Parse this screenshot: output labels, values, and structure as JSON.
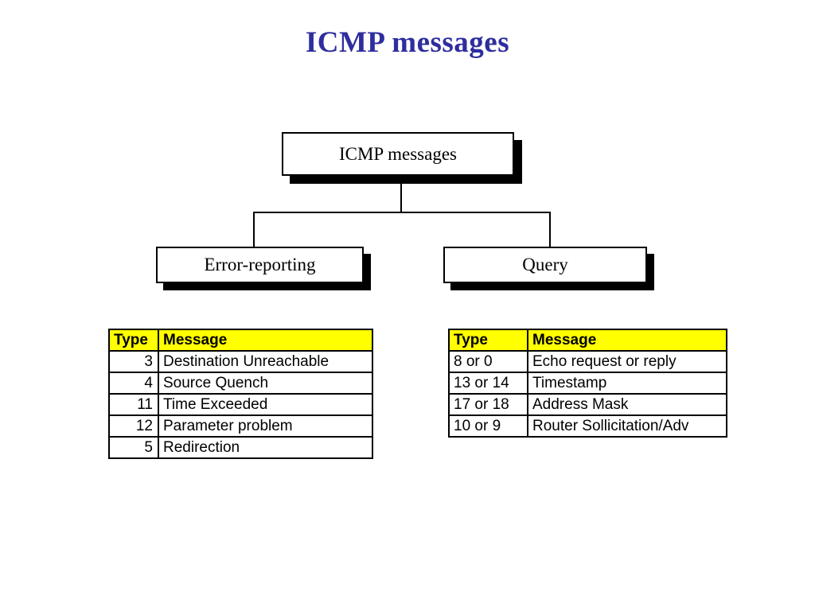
{
  "slide": {
    "title": "ICMP messages",
    "title_color": "#2E2E9E",
    "background": "#ffffff"
  },
  "diagram": {
    "root": {
      "label": "ICMP messages"
    },
    "children": [
      {
        "label": "Error-reporting"
      },
      {
        "label": "Query"
      }
    ]
  },
  "tables": {
    "error_reporting": {
      "headers": [
        "Type",
        "Message"
      ],
      "rows": [
        {
          "type": "3",
          "message": "Destination Unreachable"
        },
        {
          "type": "4",
          "message": "Source Quench"
        },
        {
          "type": "11",
          "message": "Time Exceeded"
        },
        {
          "type": "12",
          "message": "Parameter problem"
        },
        {
          "type": "5",
          "message": "Redirection"
        }
      ]
    },
    "query": {
      "headers": [
        "Type",
        "Message"
      ],
      "rows": [
        {
          "type": "8 or 0",
          "message": "Echo request or reply"
        },
        {
          "type": "13 or 14",
          "message": "Timestamp"
        },
        {
          "type": "17 or 18",
          "message": "Address Mask"
        },
        {
          "type": "10 or 9",
          "message": "Router Sollicitation/Adv"
        }
      ]
    },
    "header_color": "#FFFF00"
  }
}
